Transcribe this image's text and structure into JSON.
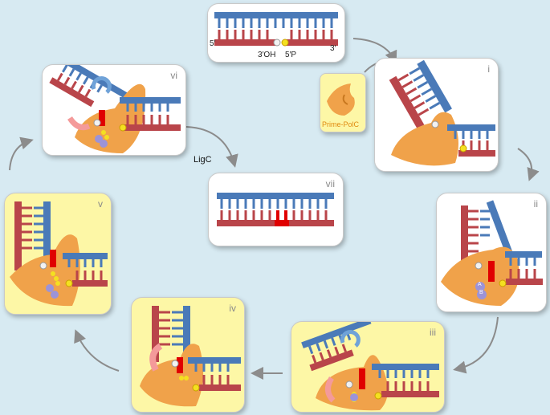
{
  "dna_top": {
    "left_label": "5′",
    "right_label": "3′",
    "label_3oh": "3′OH",
    "label_5p": "5′P"
  },
  "prime_polc": {
    "label": "Prime-PolC"
  },
  "panels": {
    "i": "i",
    "ii": "ii",
    "iii": "iii",
    "iv": "iv",
    "v": "v",
    "vi": "vi",
    "vii": "vii"
  },
  "ligc_label": "LigC",
  "nucleotide_labels": {
    "a": "A",
    "b": "B"
  },
  "colors": {
    "strand_blue": "#4a7ab8",
    "strand_red": "#b9454a",
    "enzyme_orange": "#f0a24a",
    "highlight_red": "#e00000",
    "background": "#d7eaf2",
    "panel_yellow": "#fdf7a6"
  }
}
